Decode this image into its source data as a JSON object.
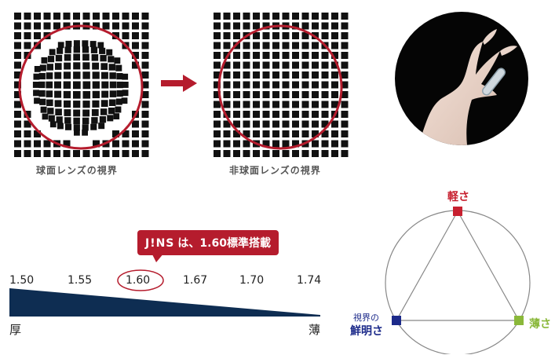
{
  "captions": {
    "spherical": "球面レンズの視界",
    "aspherical": "非球面レンズの視界"
  },
  "callout": {
    "brand": "J!NS",
    "text": "は、1.60標準搭載"
  },
  "lens_index": {
    "values": [
      "1.50",
      "1.55",
      "1.60",
      "1.67",
      "1.70",
      "1.74"
    ],
    "highlighted": "1.60",
    "thick_label": "厚",
    "thin_label": "薄"
  },
  "triangle": {
    "top": "軽さ",
    "right": "薄さ",
    "left_small": "視界の",
    "left_main": "鮮明さ"
  },
  "colors": {
    "accent_red": "#b51c2d",
    "navy": "#0e2d52",
    "green": "#8ab83a",
    "blue": "#1c2a8a"
  },
  "icons": {
    "arrow": "arrow-right-icon",
    "photo": "lens-hand-photo"
  }
}
